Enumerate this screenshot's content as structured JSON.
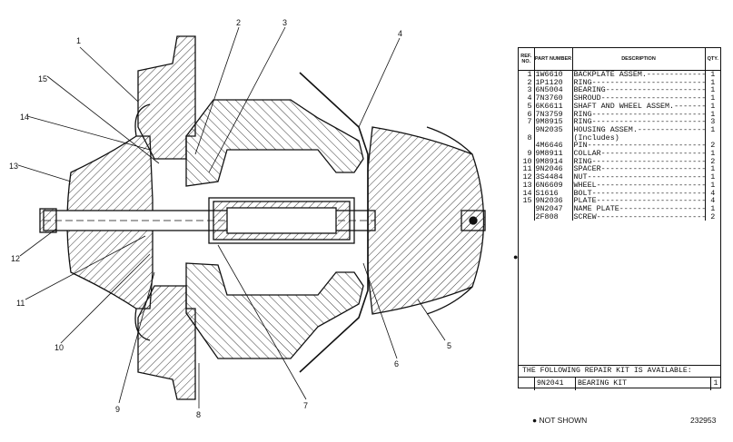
{
  "callouts": [
    "1",
    "2",
    "3",
    "4",
    "5",
    "6",
    "7",
    "8",
    "9",
    "10",
    "11",
    "12",
    "13",
    "14",
    "15"
  ],
  "table": {
    "header_ref": "REF. NO.",
    "header_part": "PART NUMBER",
    "header_desc": "DESCRIPTION",
    "header_qty": "QTY.",
    "rows": [
      {
        "ref": "1",
        "part": "1W6610",
        "desc": "BACKPLATE ASSEM.",
        "qty": "1"
      },
      {
        "ref": "2",
        "part": "1P1120",
        "desc": "RING",
        "qty": "1"
      },
      {
        "ref": "3",
        "part": "6N5004",
        "desc": "BEARING",
        "qty": "1"
      },
      {
        "ref": "4",
        "part": "7N3760",
        "desc": "SHROUD",
        "qty": "1"
      },
      {
        "ref": "5",
        "part": "6K6611",
        "desc": "SHAFT AND WHEEL ASSEM.",
        "qty": "1"
      },
      {
        "ref": "6",
        "part": "7N3759",
        "desc": "RING",
        "qty": "1"
      },
      {
        "ref": "7",
        "part": "9M8915",
        "desc": "RING",
        "qty": "3"
      },
      {
        "ref": "",
        "part": "9N2035",
        "desc": "HOUSING ASSEM.",
        "qty": "1"
      },
      {
        "ref": "8",
        "part": "",
        "desc": "(Includes)",
        "qty": ""
      },
      {
        "ref": "",
        "part": "4M6646",
        "desc": "PIN",
        "qty": "2"
      },
      {
        "ref": "9",
        "part": "9M8911",
        "desc": "COLLAR",
        "qty": "1"
      },
      {
        "ref": "10",
        "part": "9M8914",
        "desc": "RING",
        "qty": "2"
      },
      {
        "ref": "11",
        "part": "9N2046",
        "desc": "SPACER",
        "qty": "1"
      },
      {
        "ref": "12",
        "part": "3S4484",
        "desc": "NUT",
        "qty": "1"
      },
      {
        "ref": "13",
        "part": "6N6609",
        "desc": "WHEEL",
        "qty": "1"
      },
      {
        "ref": "14",
        "part": "S1616",
        "desc": "BOLT",
        "qty": "4"
      },
      {
        "ref": "15",
        "part": "9N2036",
        "desc": "PLATE",
        "qty": "4"
      },
      {
        "ref": "",
        "part": "9N2047",
        "desc": "NAME PLATE",
        "qty": "1"
      },
      {
        "ref": "",
        "part": "2F808",
        "desc": "SCREW",
        "qty": "2"
      }
    ]
  },
  "kit": {
    "title": "THE FOLLOWING REPAIR KIT IS AVAILABLE:",
    "part": "9N2041",
    "desc": "BEARING KIT",
    "qty": "1"
  },
  "not_shown_mark": "●",
  "not_shown_label": "NOT SHOWN",
  "illustration_number": "232953"
}
